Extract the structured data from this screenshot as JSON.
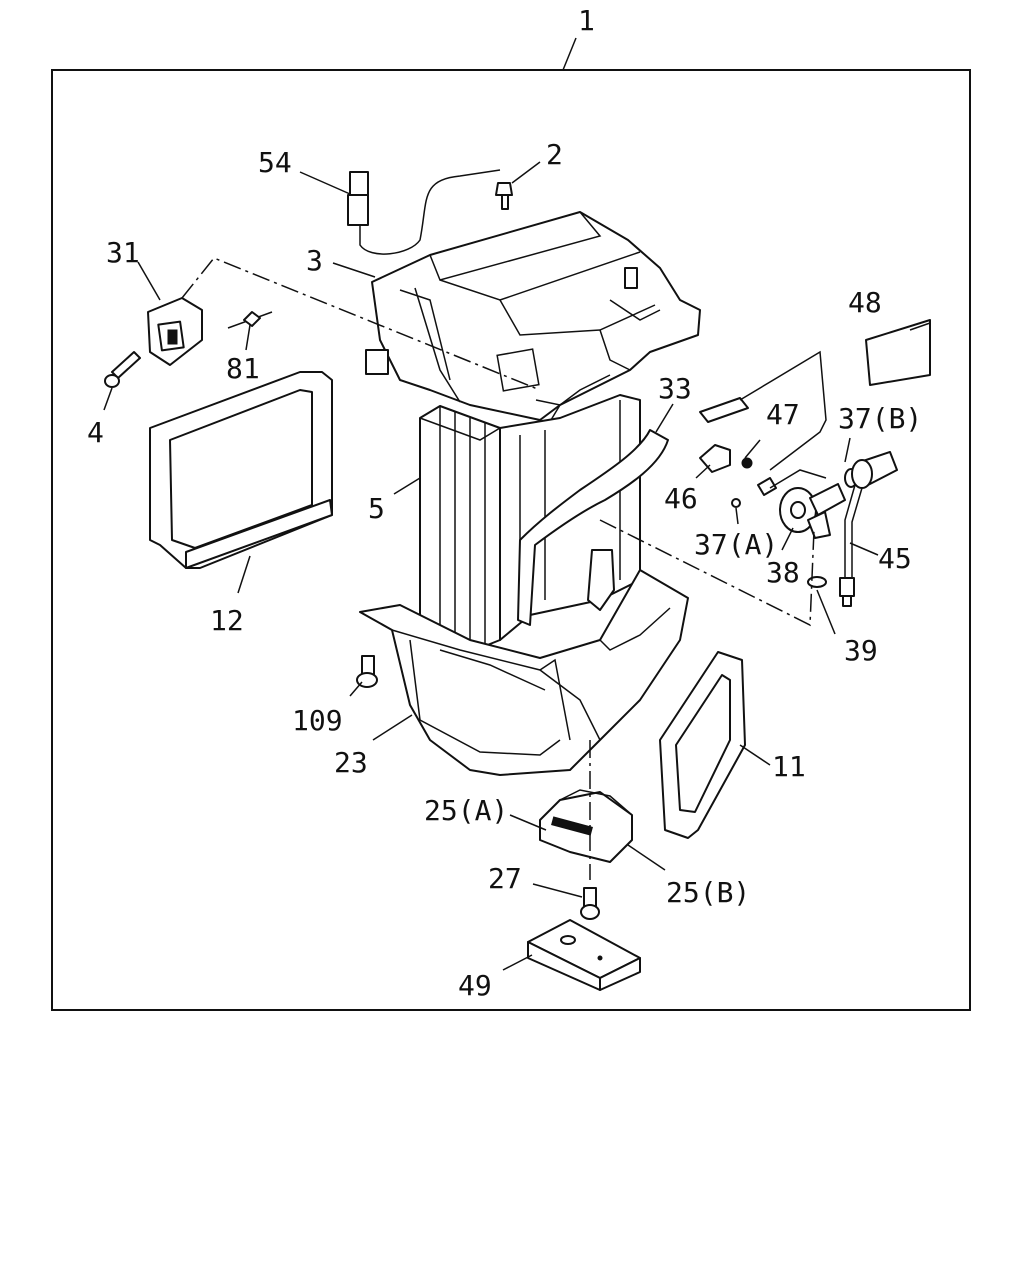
{
  "callouts": {
    "c1": "1",
    "c2": "2",
    "c3": "3",
    "c4": "4",
    "c5": "5",
    "c11": "11",
    "c12": "12",
    "c23": "23",
    "c25a": "25(A)",
    "c25b": "25(B)",
    "c27": "27",
    "c31": "31",
    "c33": "33",
    "c37a": "37(A)",
    "c37b": "37(B)",
    "c38": "38",
    "c39": "39",
    "c45": "45",
    "c46": "46",
    "c47": "47",
    "c48": "48",
    "c49": "49",
    "c54": "54",
    "c81": "81",
    "c109": "109"
  }
}
